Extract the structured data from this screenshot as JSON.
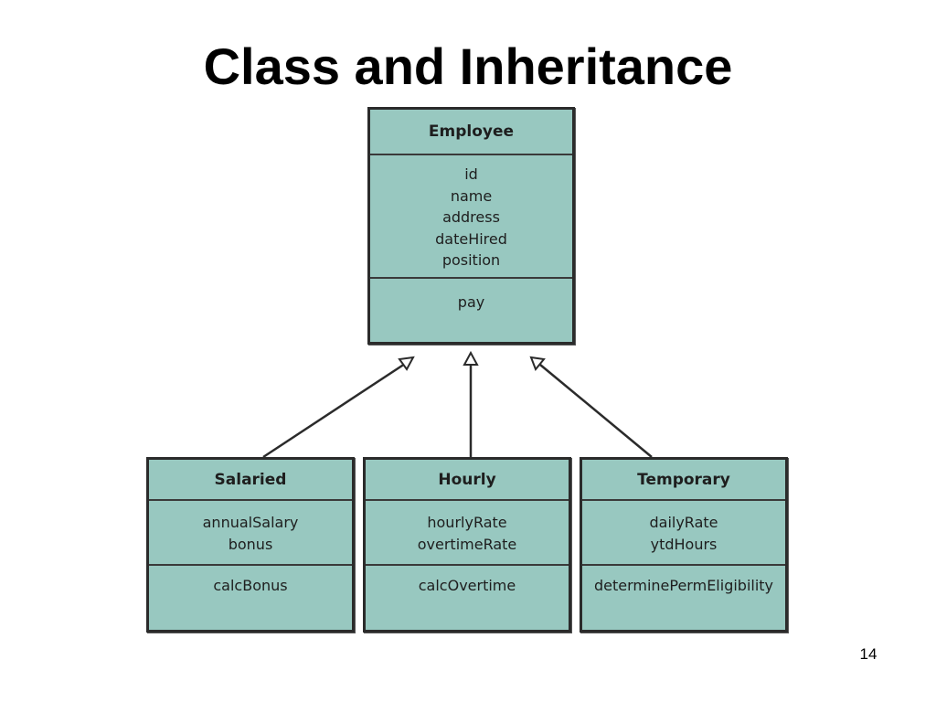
{
  "title": "Class and Inheritance",
  "page_number": "14",
  "colors": {
    "class_fill": "#98c8c0",
    "class_border": "#2b2b2b",
    "connector": "#2b2b2b"
  },
  "classes": {
    "employee": {
      "name": "Employee",
      "attributes": [
        "id",
        "name",
        "address",
        "dateHired",
        "position"
      ],
      "methods": [
        "pay"
      ]
    },
    "salaried": {
      "name": "Salaried",
      "attributes": [
        "annualSalary",
        "bonus"
      ],
      "methods": [
        "calcBonus"
      ]
    },
    "hourly": {
      "name": "Hourly",
      "attributes": [
        "hourlyRate",
        "overtimeRate"
      ],
      "methods": [
        "calcOvertime"
      ]
    },
    "temporary": {
      "name": "Temporary",
      "attributes": [
        "dailyRate",
        "ytdHours"
      ],
      "methods": [
        "determinePermEligibility"
      ]
    }
  },
  "relationships": [
    {
      "type": "generalization",
      "from": "Salaried",
      "to": "Employee"
    },
    {
      "type": "generalization",
      "from": "Hourly",
      "to": "Employee"
    },
    {
      "type": "generalization",
      "from": "Temporary",
      "to": "Employee"
    }
  ]
}
